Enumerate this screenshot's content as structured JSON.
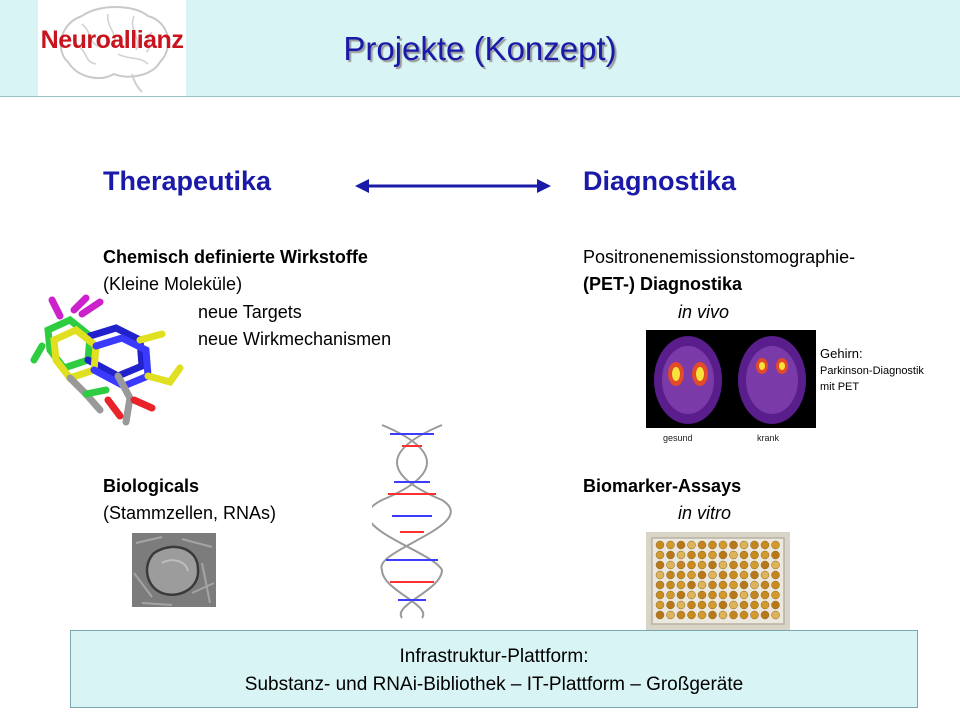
{
  "header": {
    "logo_text": "Neuroallianz",
    "title": "Projekte (Konzept)"
  },
  "left": {
    "heading": "Therapeutika",
    "chem_title": "Chemisch definierte Wirkstoffe",
    "chem_sub": "(Kleine Moleküle)",
    "bullet1": "neue Targets",
    "bullet2": "neue Wirkmechanismen",
    "bio_title": "Biologicals",
    "bio_sub": "(Stammzellen, RNAs)"
  },
  "right": {
    "heading": "Diagnostika",
    "pet_line1": "Positronenemissionstomographie-",
    "pet_line2": "(PET-) Diagnostika",
    "in_vivo": "in vivo",
    "caption_title": "Gehirn:",
    "caption_line1": "Parkinson-Diagnostik",
    "caption_line2": "mit PET",
    "label_healthy": "gesund",
    "label_sick": "krank",
    "bio_title": "Biomarker-Assays",
    "in_vitro": "in vitro"
  },
  "footer": {
    "line1": "Infrastruktur-Plattform:",
    "line2": "Substanz- und RNAi-Bibliothek – IT-Plattform – Großgeräte"
  }
}
